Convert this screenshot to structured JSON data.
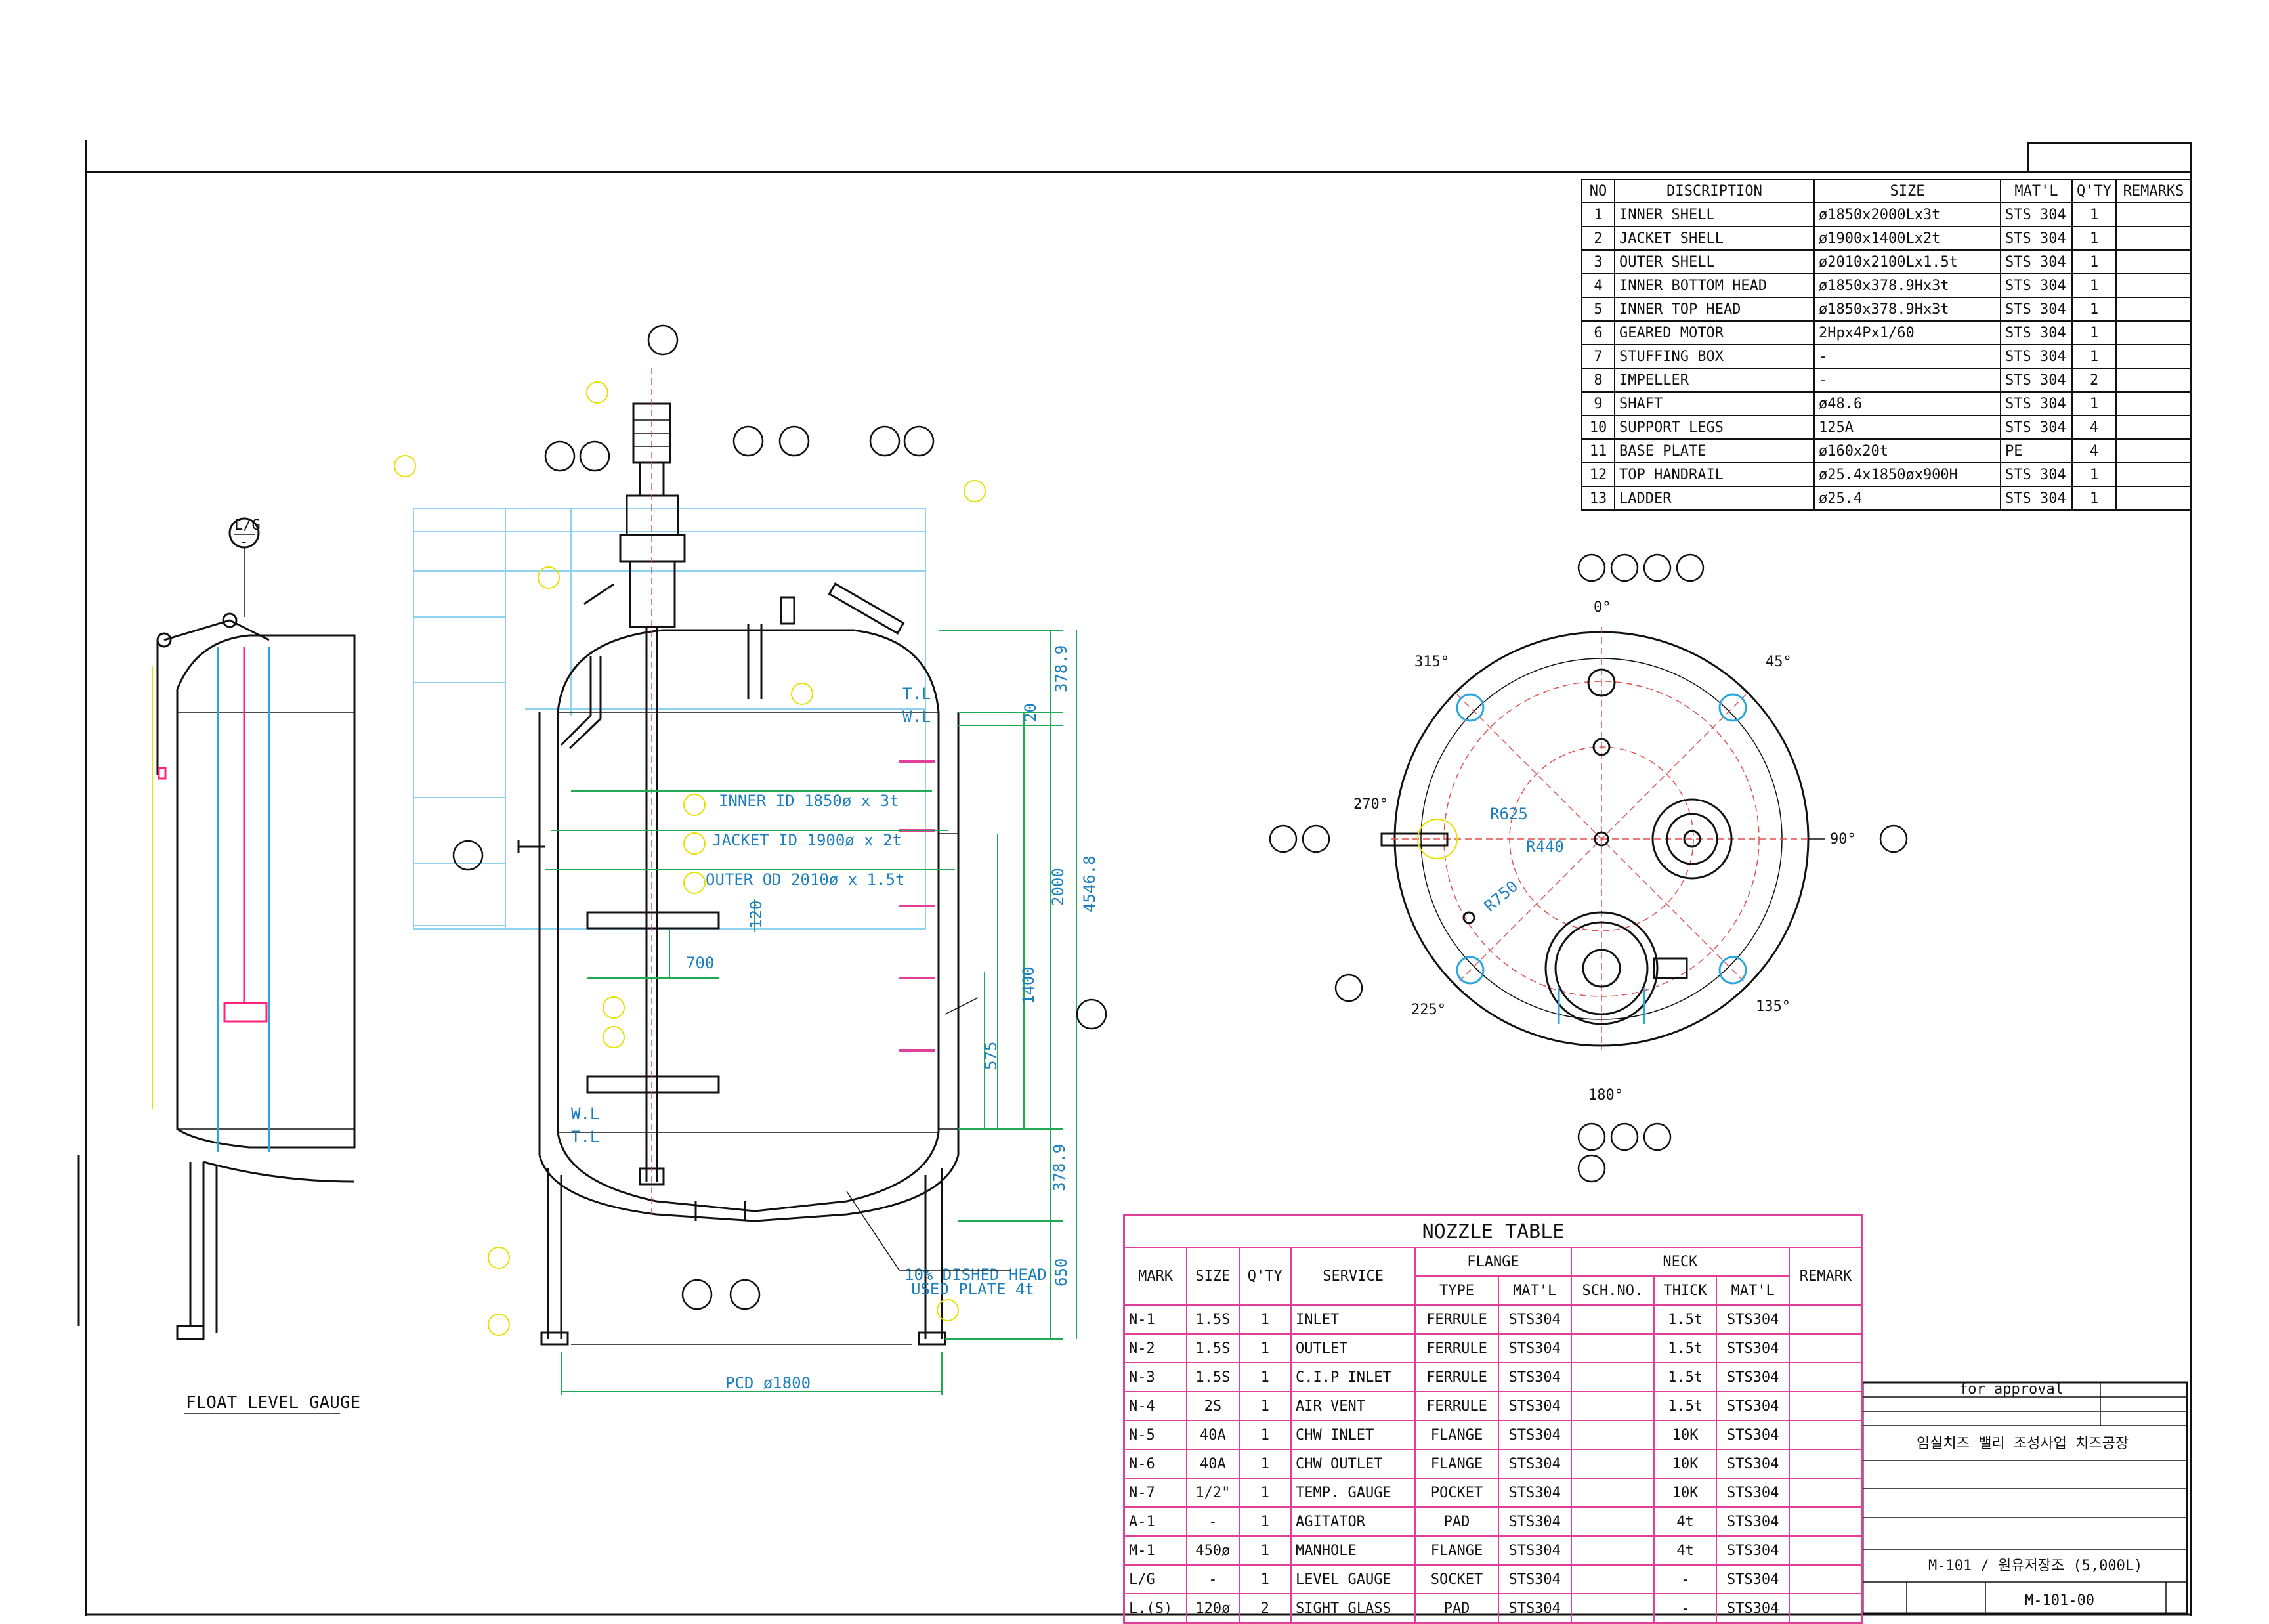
{
  "bom_table": {
    "headers": [
      "NO",
      "DISCRIPTION",
      "SIZE",
      "MAT'L",
      "Q'TY",
      "REMARKS"
    ],
    "rows": [
      [
        "1",
        "INNER SHELL",
        "ø1850x2000Lx3t",
        "STS 304",
        "1",
        ""
      ],
      [
        "2",
        "JACKET SHELL",
        "ø1900x1400Lx2t",
        "STS 304",
        "1",
        ""
      ],
      [
        "3",
        "OUTER SHELL",
        "ø2010x2100Lx1.5t",
        "STS 304",
        "1",
        ""
      ],
      [
        "4",
        "INNER BOTTOM HEAD",
        "ø1850x378.9Hx3t",
        "STS 304",
        "1",
        ""
      ],
      [
        "5",
        "INNER TOP HEAD",
        "ø1850x378.9Hx3t",
        "STS 304",
        "1",
        ""
      ],
      [
        "6",
        "GEARED MOTOR",
        "2Hpx4Px1/60",
        "STS 304",
        "1",
        ""
      ],
      [
        "7",
        "STUFFING BOX",
        "-",
        "STS 304",
        "1",
        ""
      ],
      [
        "8",
        "IMPELLER",
        "-",
        "STS 304",
        "2",
        ""
      ],
      [
        "9",
        "SHAFT",
        "ø48.6",
        "STS 304",
        "1",
        ""
      ],
      [
        "10",
        "SUPPORT LEGS",
        "125A",
        "STS 304",
        "4",
        ""
      ],
      [
        "11",
        "BASE PLATE",
        "ø160x20t",
        "PE",
        "4",
        ""
      ],
      [
        "12",
        "TOP HANDRAIL",
        "ø25.4x1850øx900H",
        "STS 304",
        "1",
        ""
      ],
      [
        "13",
        "LADDER",
        "ø25.4",
        "STS 304",
        "1",
        ""
      ]
    ]
  },
  "nozzle_table": {
    "title": "NOZZLE TABLE",
    "headers": {
      "mark": "MARK",
      "size": "SIZE",
      "qty": "Q'TY",
      "service": "SERVICE",
      "flange": "FLANGE",
      "neck": "NECK",
      "remark": "REMARK",
      "type": "TYPE",
      "flange_mat": "MAT'L",
      "sch": "SCH.NO.",
      "thick": "THICK",
      "neck_mat": "MAT'L"
    },
    "rows": [
      [
        "N-1",
        "1.5S",
        "1",
        "INLET",
        "FERRULE",
        "STS304",
        "",
        "1.5t",
        "STS304",
        ""
      ],
      [
        "N-2",
        "1.5S",
        "1",
        "OUTLET",
        "FERRULE",
        "STS304",
        "",
        "1.5t",
        "STS304",
        ""
      ],
      [
        "N-3",
        "1.5S",
        "1",
        "C.I.P INLET",
        "FERRULE",
        "STS304",
        "",
        "1.5t",
        "STS304",
        ""
      ],
      [
        "N-4",
        "2S",
        "1",
        "AIR VENT",
        "FERRULE",
        "STS304",
        "",
        "1.5t",
        "STS304",
        ""
      ],
      [
        "N-5",
        "40A",
        "1",
        "CHW INLET",
        "FLANGE",
        "STS304",
        "",
        "10K",
        "STS304",
        ""
      ],
      [
        "N-6",
        "40A",
        "1",
        "CHW OUTLET",
        "FLANGE",
        "STS304",
        "",
        "10K",
        "STS304",
        ""
      ],
      [
        "N-7",
        "1/2\"",
        "1",
        "TEMP. GAUGE",
        "POCKET",
        "STS304",
        "",
        "10K",
        "STS304",
        ""
      ],
      [
        "A-1",
        "-",
        "1",
        "AGITATOR",
        "PAD",
        "STS304",
        "",
        "4t",
        "STS304",
        ""
      ],
      [
        "M-1",
        "450ø",
        "1",
        "MANHOLE",
        "FLANGE",
        "STS304",
        "",
        "4t",
        "STS304",
        ""
      ],
      [
        "L/G",
        "-",
        "1",
        "LEVEL GAUGE",
        "SOCKET",
        "STS304",
        "",
        "-",
        "STS304",
        ""
      ],
      [
        "L.(S)",
        "120ø",
        "2",
        "SIGHT GLASS",
        "PAD",
        "STS304",
        "",
        "-",
        "STS304",
        ""
      ]
    ]
  },
  "title_block": {
    "approval": "for approval",
    "project": "임실치즈 밸리 조성사업 치즈공장",
    "drawing_title": "M-101 / 원유저장조 (5,000L)",
    "drawing_no": "M-101-00"
  },
  "front_view": {
    "inner_id": "INNER ID 1850ø x 3t",
    "jacket_id": "JACKET ID 1900ø x 2t",
    "outer_od": "OUTER OD 2010ø x 1.5t",
    "dim_700": "700",
    "dim_120": "120",
    "dim_top_head": "378.9",
    "dim_bottom_head": "378.9",
    "dim_20": "20",
    "dim_2000": "2000",
    "dim_total": "4546.8",
    "dim_1400": "1400",
    "dim_575": "575",
    "dim_650": "650",
    "pcd": "PCD ø1800",
    "tl": "T.L",
    "wl": "W.L",
    "dished_head_1": "10% DISHED HEAD",
    "dished_head_2": "USED PLATE 4t"
  },
  "side_view": {
    "caption": "FLOAT LEVEL GAUGE"
  },
  "plan_view": {
    "angles": [
      "0°",
      "45°",
      "90°",
      "135°",
      "180°",
      "225°",
      "270°",
      "315°"
    ],
    "r625": "R625",
    "r440": "R440",
    "r750": "R750"
  },
  "colors": {
    "outline": "#111111",
    "dimension": "#1faa55",
    "centerline": "#e05050",
    "cyan": "#2aa7e0",
    "balloon_yellow": "#e8e000",
    "table_border": "#e0409a"
  }
}
